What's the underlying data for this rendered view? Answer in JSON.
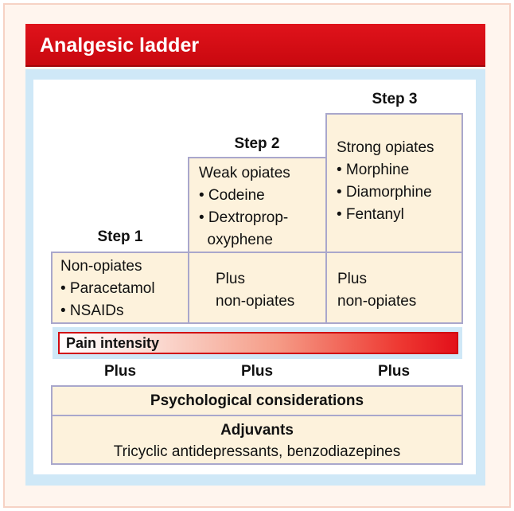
{
  "title": "Analgesic ladder",
  "steps": [
    {
      "label": "Step 1",
      "drug_lines": [
        "Non-opiates",
        "• Paracetamol",
        "• NSAIDs"
      ]
    },
    {
      "label": "Step 2",
      "drug_lines": [
        "Weak opiates",
        "• Codeine",
        "• Dextroprop-",
        "  oxyphene"
      ],
      "plus_lines": [
        "Plus",
        "non-opiates"
      ]
    },
    {
      "label": "Step 3",
      "drug_lines": [
        "Strong opiates",
        "• Morphine",
        "• Diamorphine",
        "• Fentanyl"
      ],
      "plus_lines": [
        "Plus",
        "non-opiates"
      ]
    }
  ],
  "pain_intensity": "Pain intensity",
  "plus_labels": [
    "Plus",
    "Plus",
    "Plus"
  ],
  "psychological": "Psychological considerations",
  "adjuvants": {
    "title": "Adjuvants",
    "text": "Tricyclic antidepressants, benzodiazepines"
  },
  "colors": {
    "header_red": "#d90d15",
    "panel_blue": "#cfe8f7",
    "box_fill": "#fdf2dc",
    "box_border": "#a9a7cc"
  }
}
